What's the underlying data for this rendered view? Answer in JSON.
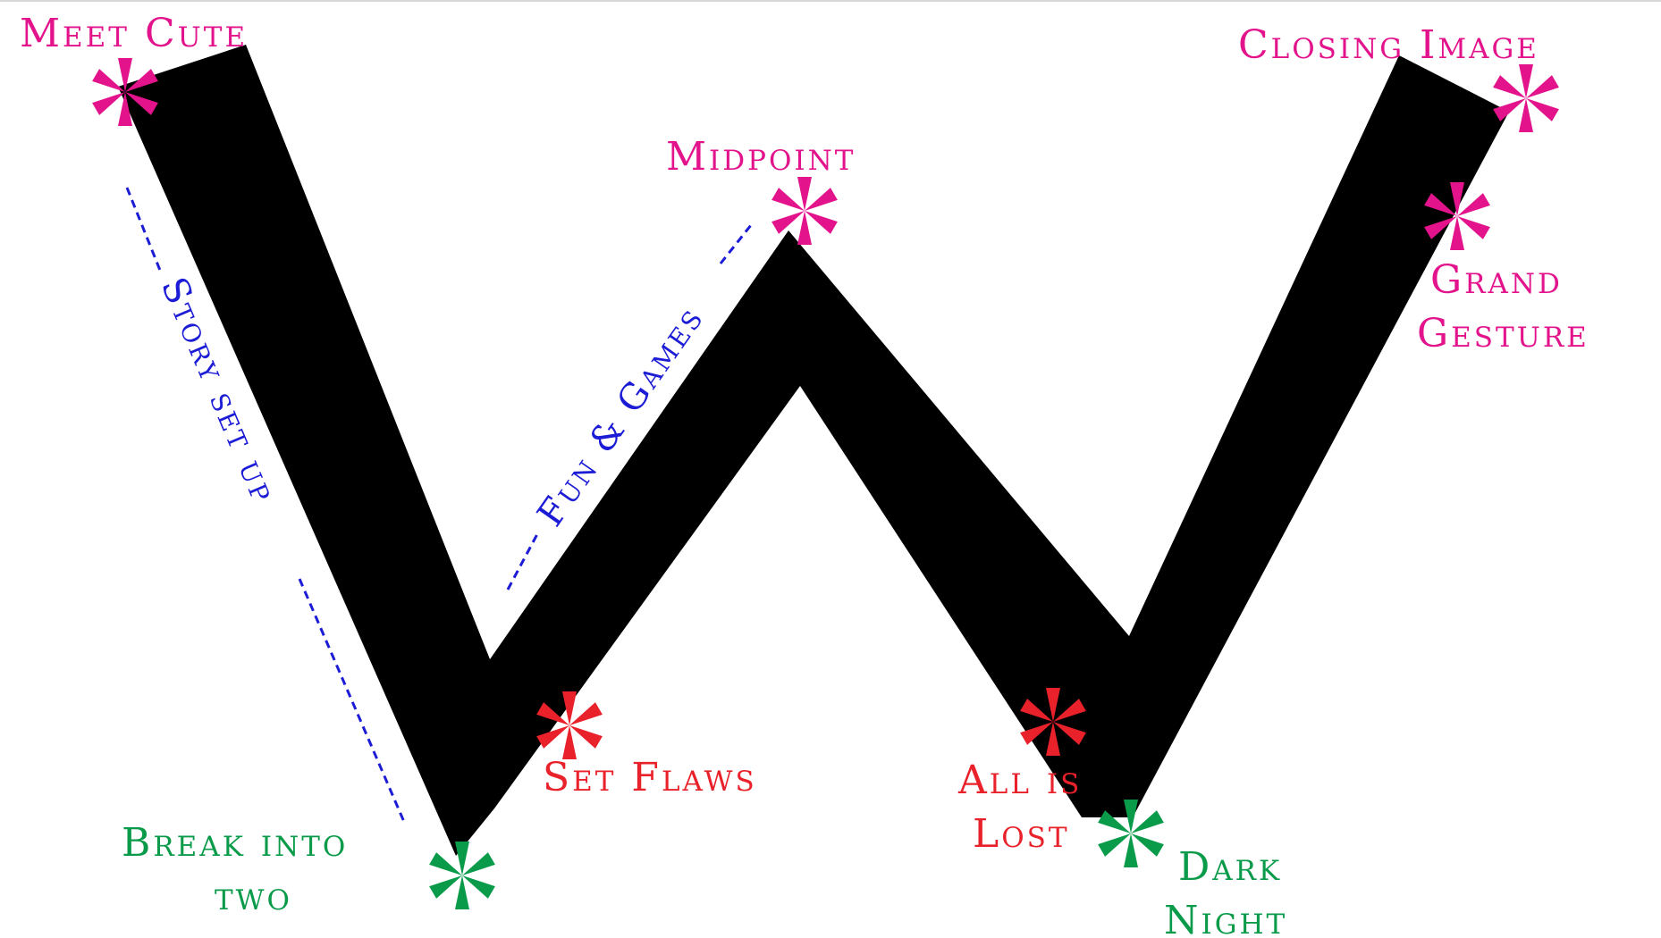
{
  "colors": {
    "shape": "#000000",
    "pink": "#e3138c",
    "red": "#e8212a",
    "green": "#0a9b4a",
    "blue": "#1c1cd6"
  },
  "beats": {
    "meet_cute": "Meet Cute",
    "midpoint": "Midpoint",
    "closing_image": "Closing Image",
    "grand_line1": "Grand",
    "grand_line2": "Gesture",
    "set_flaws": "Set Flaws",
    "all_line1": "All is",
    "all_line2": "Lost",
    "break_line1": "Break into",
    "break_line2": "two",
    "dark_line1": "Dark",
    "dark_line2": "Night"
  },
  "phases": {
    "story_set_up": "Story set up",
    "fun_and_games": "Fun & Games"
  }
}
